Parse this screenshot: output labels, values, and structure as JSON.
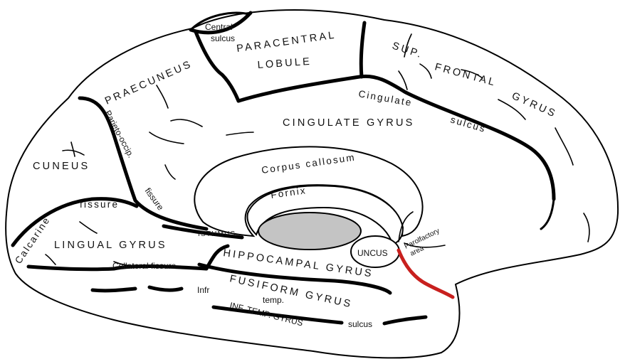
{
  "diagram": {
    "accent_color": "#c8201e",
    "thalamus_fill": "#c4c4c4",
    "labels": {
      "central_sulcus_1": "Central",
      "central_sulcus_2": "sulcus",
      "paracentral_1": "PARACENTRAL",
      "paracentral_2": "LOBULE",
      "sup_frontal_1": "SUP.",
      "sup_frontal_2": "FRONTAL",
      "sup_frontal_3": "GYRUS",
      "praecuneus": "PRAECUNEUS",
      "cingulate_sulcus_1": "Cingulate",
      "cingulate_sulcus_2": "sulcus",
      "cingulate_gyrus": "CINGULATE GYRUS",
      "parieto_occip": "Parieto-occip.",
      "cuneus": "CUNEUS",
      "corpus_callosum": "Corpus callosum",
      "fornix": "Fornix",
      "fissure_po": "fissure",
      "calcarine_1": "Calcarine",
      "calcarine_2": "fissure",
      "isthmus": "ISTHMUS",
      "lingual_gyrus": "LINGUAL GYRUS",
      "uncus": "UNCUS",
      "parolfactory_1": "Parolfactory",
      "parolfactory_2": "area",
      "hippocampal_gyrus": "HIPPOCAMPAL GYRUS",
      "collateral_fissure": "Collateral fissure",
      "infr": "Infr",
      "fusiform_gyrus": "FUSIFORM GYRUS",
      "temp": "temp.",
      "inf_temp_gyrus": "INF. TEMP. GYRUS",
      "sulcus_bottom": "sulcus"
    }
  }
}
